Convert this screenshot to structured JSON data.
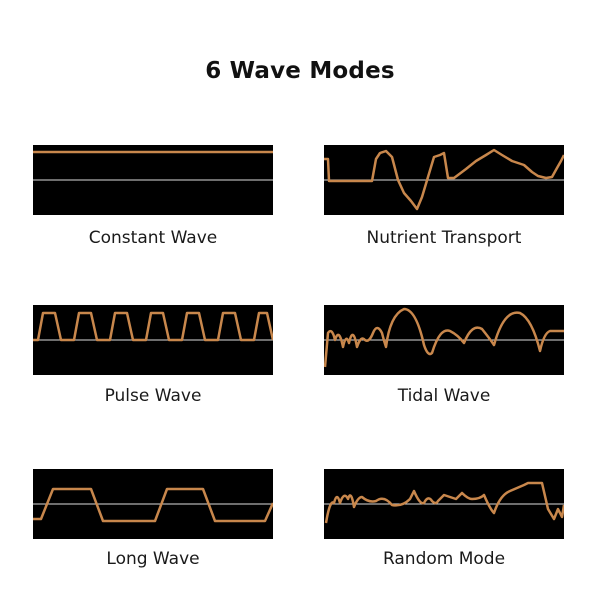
{
  "title": "6 Wave Modes",
  "colors": {
    "panel_background": "#000000",
    "wave": "#c8874c",
    "baseline": "#dddddd"
  },
  "modes": [
    {
      "label": "Constant Wave"
    },
    {
      "label": "Nutrient Transport"
    },
    {
      "label": "Pulse Wave"
    },
    {
      "label": "Tidal Wave"
    },
    {
      "label": "Long Wave"
    },
    {
      "label": "Random Mode"
    }
  ]
}
